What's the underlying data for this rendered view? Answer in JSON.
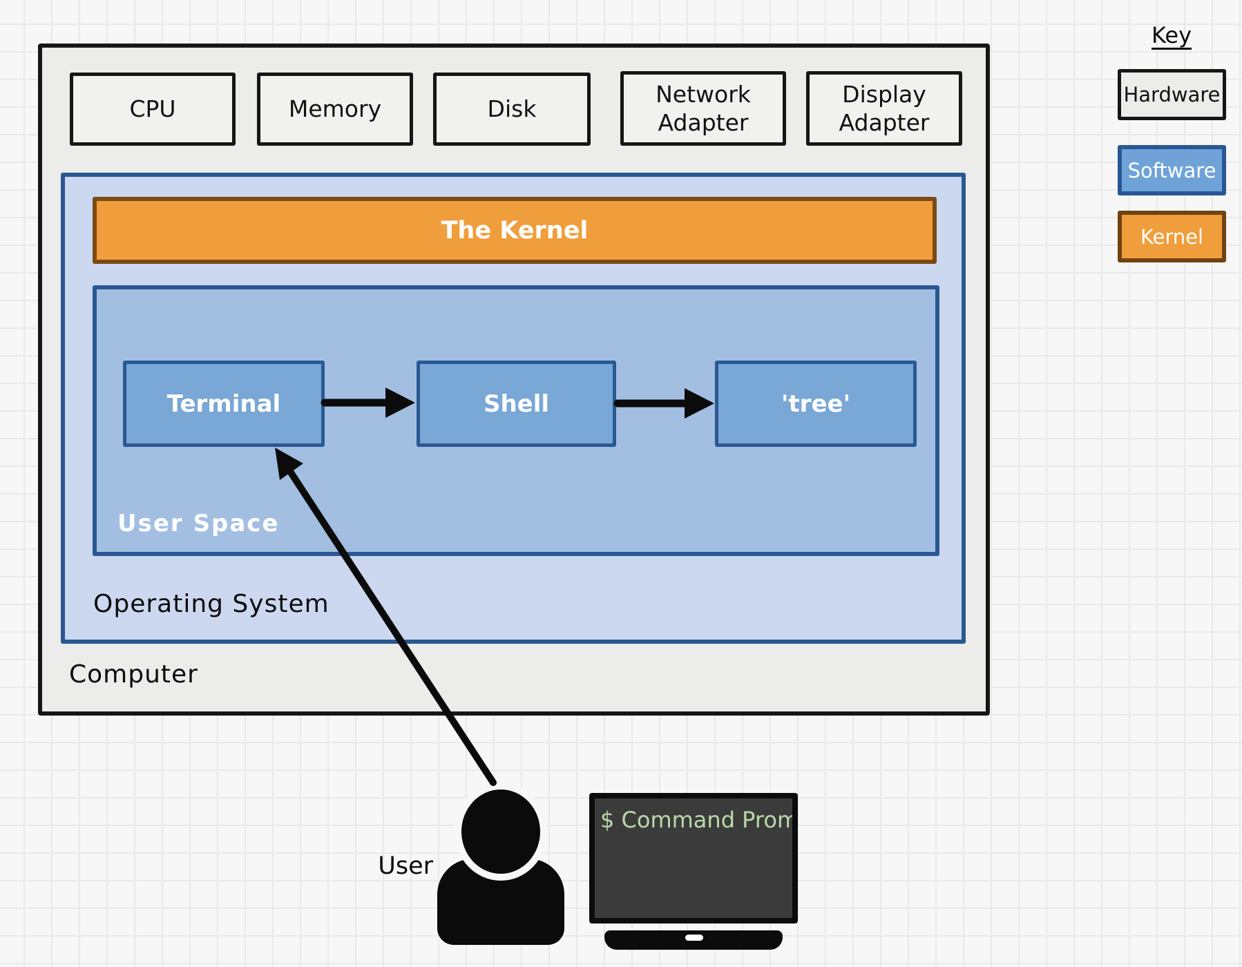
{
  "title_context": "Computer architecture diagram: hardware, operating system, kernel, user space",
  "computer": {
    "label": "Computer"
  },
  "hardware": {
    "items": [
      "CPU",
      "Memory",
      "Disk",
      "Network Adapter",
      "Display Adapter"
    ]
  },
  "os": {
    "label": "Operating System",
    "kernel_label": "The Kernel",
    "user_space": {
      "label": "User Space",
      "apps": [
        "Terminal",
        "Shell",
        "'tree'"
      ]
    }
  },
  "user": {
    "label": "User"
  },
  "monitor": {
    "screen_text": "$ Command Prompt"
  },
  "key": {
    "title": "Key",
    "items": [
      {
        "label": "Hardware",
        "fill": "#ececeb",
        "border": "#161616"
      },
      {
        "label": "Software",
        "fill": "#6fa3d8",
        "border": "#2a5794"
      },
      {
        "label": "Kernel",
        "fill": "#f09d3c",
        "border": "#6f4312"
      }
    ]
  },
  "colors": {
    "background": "#f7f7f7",
    "grid_line": "#e9e9e9",
    "computer_fill": "#ececeb",
    "os_fill": "#ccd8f0",
    "user_space_fill": "#a2bfe2",
    "app_fill": "#79a7d6",
    "blue_border": "#2a5892",
    "kernel_fill": "#f09d3c",
    "kernel_border": "#7b4a14",
    "terminal_screen": "#3b3b3b",
    "terminal_text": "#b9daa9"
  },
  "arrows": [
    {
      "name": "terminal-to-shell",
      "from": "Terminal",
      "to": "Shell"
    },
    {
      "name": "shell-to-tree",
      "from": "Shell",
      "to": "'tree'"
    },
    {
      "name": "user-to-terminal",
      "from": "User",
      "to": "Terminal"
    }
  ]
}
